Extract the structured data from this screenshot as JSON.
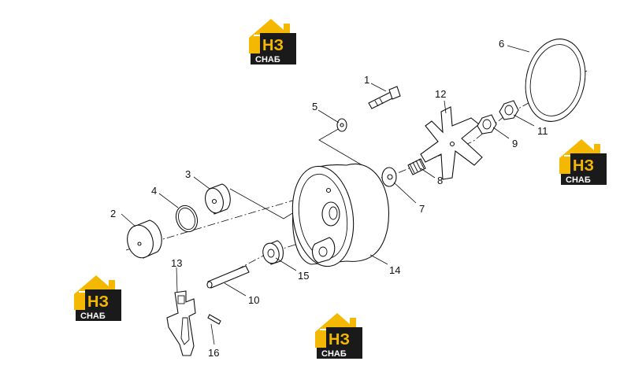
{
  "watermark": {
    "letters": "НЗ",
    "word": "СНАБ",
    "color_yellow": "#f5b800",
    "color_dark": "#1a1a1a"
  },
  "callouts": [
    "1",
    "2",
    "3",
    "4",
    "5",
    "6",
    "7",
    "8",
    "9",
    "10",
    "11",
    "12",
    "13",
    "14",
    "15",
    "16"
  ]
}
